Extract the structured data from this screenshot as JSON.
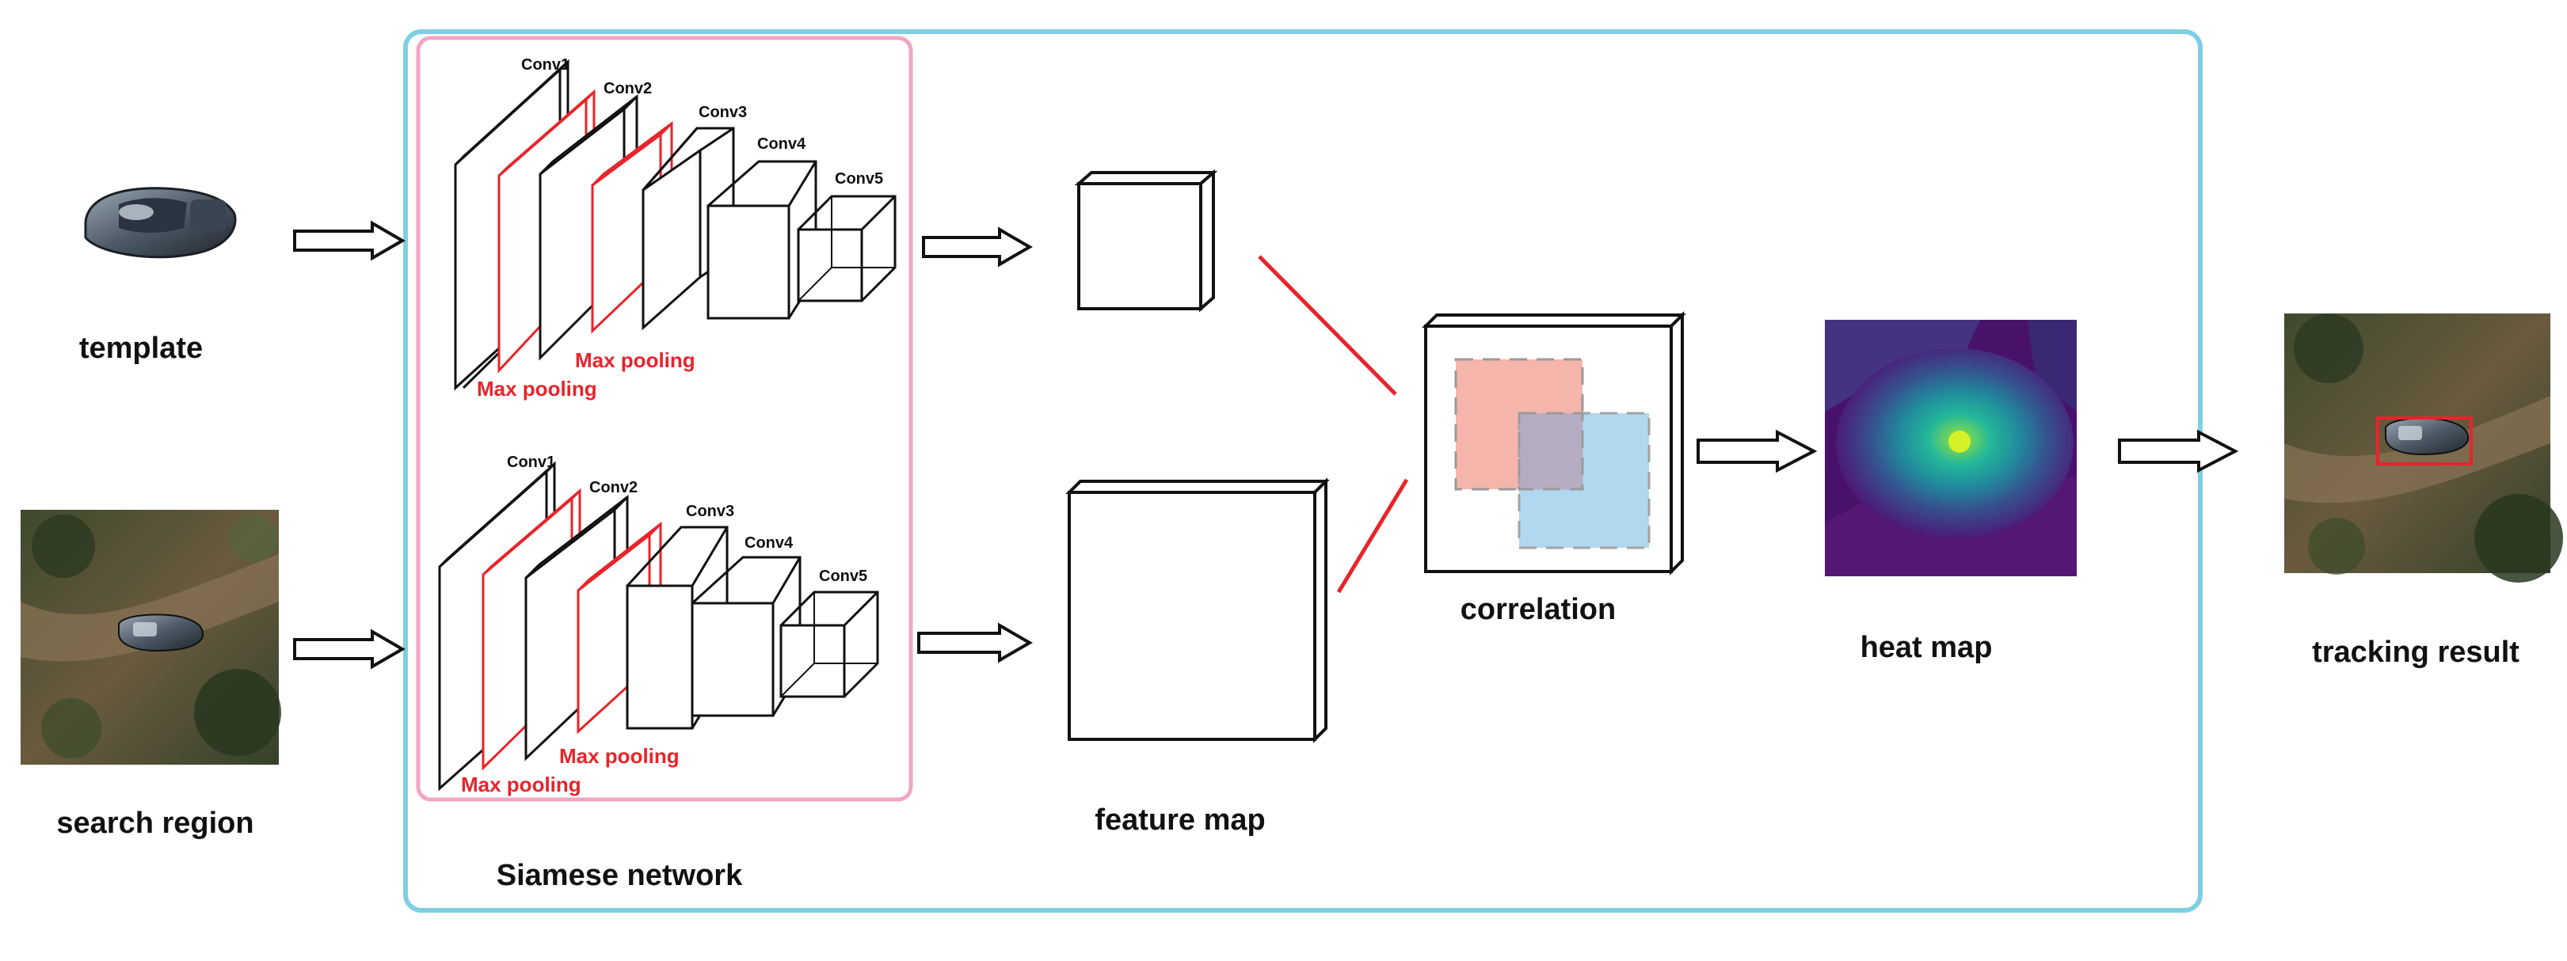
{
  "labels": {
    "template": "template",
    "search_region": "search region",
    "siamese_network": "Siamese network",
    "feature_map": "feature  map",
    "correlation": "correlation",
    "heat_map": "heat map",
    "tracking_result": "tracking result"
  },
  "conv_layers": [
    "Conv1",
    "Conv2",
    "Conv3",
    "Conv4",
    "Conv5"
  ],
  "pooling_label": "Max pooling",
  "colors": {
    "outer_border": "#7ecfe2",
    "siamese_border": "#f2a6c4",
    "pooling": "#e8242a",
    "correlation_red": "#f6b5aa",
    "correlation_blue": "#a9d4ee",
    "heat_bg": "#48126a",
    "heat_peak": "#d6f02a",
    "tracking_box": "#e8242a"
  },
  "icons": [
    "car-template-image",
    "aerial-search-image",
    "heat-map-image",
    "tracking-result-image"
  ]
}
